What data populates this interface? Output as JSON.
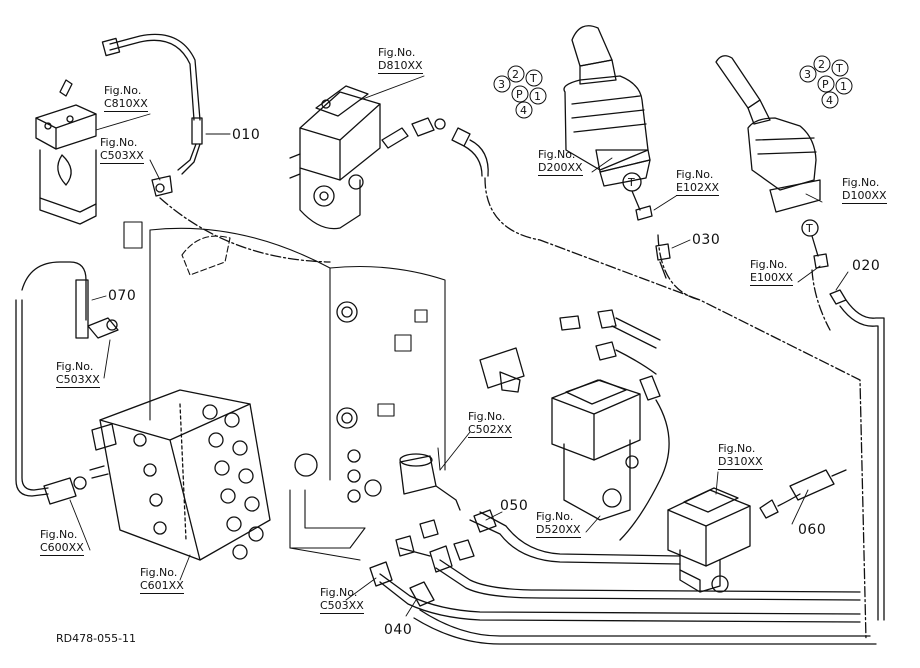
{
  "drawing_id": "RD478-055-11",
  "fig_prefix": "Fig.No.",
  "references": {
    "c810": "C810XX",
    "c503_top": "C503XX",
    "d810": "D810XX",
    "d200": "D200XX",
    "e102": "E102XX",
    "d100": "D100XX",
    "e100": "E100XX",
    "c503_mid": "C503XX",
    "c502": "C502XX",
    "d310": "D310XX",
    "d520": "D520XX",
    "c600": "C600XX",
    "c601": "C601XX",
    "c503_bottom": "C503XX"
  },
  "parts": {
    "p010": "010",
    "p020": "020",
    "p030": "030",
    "p040": "040",
    "p050": "050",
    "p060": "060",
    "p070": "070"
  },
  "port_letters": [
    "3",
    "2",
    "T",
    "P",
    "1",
    "4"
  ],
  "tee_marker": "T",
  "colors": {
    "line": "#111111",
    "background": "#ffffff"
  }
}
